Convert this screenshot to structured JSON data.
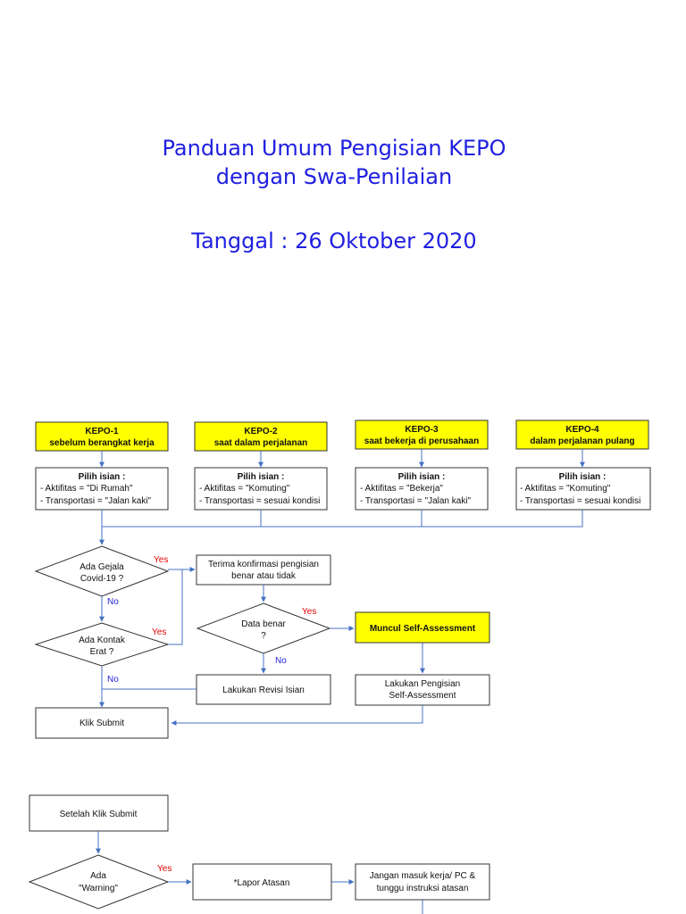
{
  "title": {
    "line1": "Panduan Umum Pengisian KEPO",
    "line2": "dengan Swa-Penilaian",
    "date": "Tanggal : 26 Oktober 2020"
  },
  "kepo": [
    {
      "name": "KEPO-1",
      "sub": "sebelum berangkat kerja",
      "pick": "Pilih isian :",
      "a": "- Aktifitas = \"Di Rumah\"",
      "b": "- Transportasi = \"Jalan kaki\""
    },
    {
      "name": "KEPO-2",
      "sub": "saat dalam perjalanan",
      "pick": "Pilih isian :",
      "a": "- Aktifitas = \"Komuting\"",
      "b": "- Transportasi = sesuai kondisi"
    },
    {
      "name": "KEPO-3",
      "sub": "saat bekerja di perusahaan",
      "pick": "Pilih isian :",
      "a": "- Aktifitas = \"Bekerja\"",
      "b": "- Transportasi = \"Jalan kaki\""
    },
    {
      "name": "KEPO-4",
      "sub": "dalam perjalanan pulang",
      "pick": "Pilih isian :",
      "a": "- Aktifitas = \"Komuting\"",
      "b": "- Transportasi = sesuai kondisi"
    }
  ],
  "flow": {
    "gejala1": "Ada Gejala",
    "gejala2": "Covid-19 ?",
    "kontak1": "Ada Kontak",
    "kontak2": "Erat ?",
    "terima1": "Terima konfirmasi pengisian",
    "terima2": "benar atau tidak",
    "data1": "Data benar",
    "data2": "?",
    "muncul": "Muncul Self-Assessment",
    "revisi": "Lakukan Revisi Isian",
    "lakukan1": "Lakukan Pengisian",
    "lakukan2": "Self-Assessment",
    "submit": "Klik Submit",
    "yes": "Yes",
    "no": "No"
  },
  "flow2": {
    "setelah": "Setelah Klik Submit",
    "ada": "Ada",
    "warning": "\"Warning\"",
    "lapor": "*Lapor Atasan",
    "jangan1": "Jangan masuk kerja/ PC &",
    "jangan2": "tunggu instruksi atasan",
    "yes": "Yes"
  },
  "colors": {
    "title": "#1f1fe0",
    "highlight": "#ffff00",
    "line": "#4472c4",
    "yes": "#e00000",
    "no": "#1f1fe0"
  }
}
